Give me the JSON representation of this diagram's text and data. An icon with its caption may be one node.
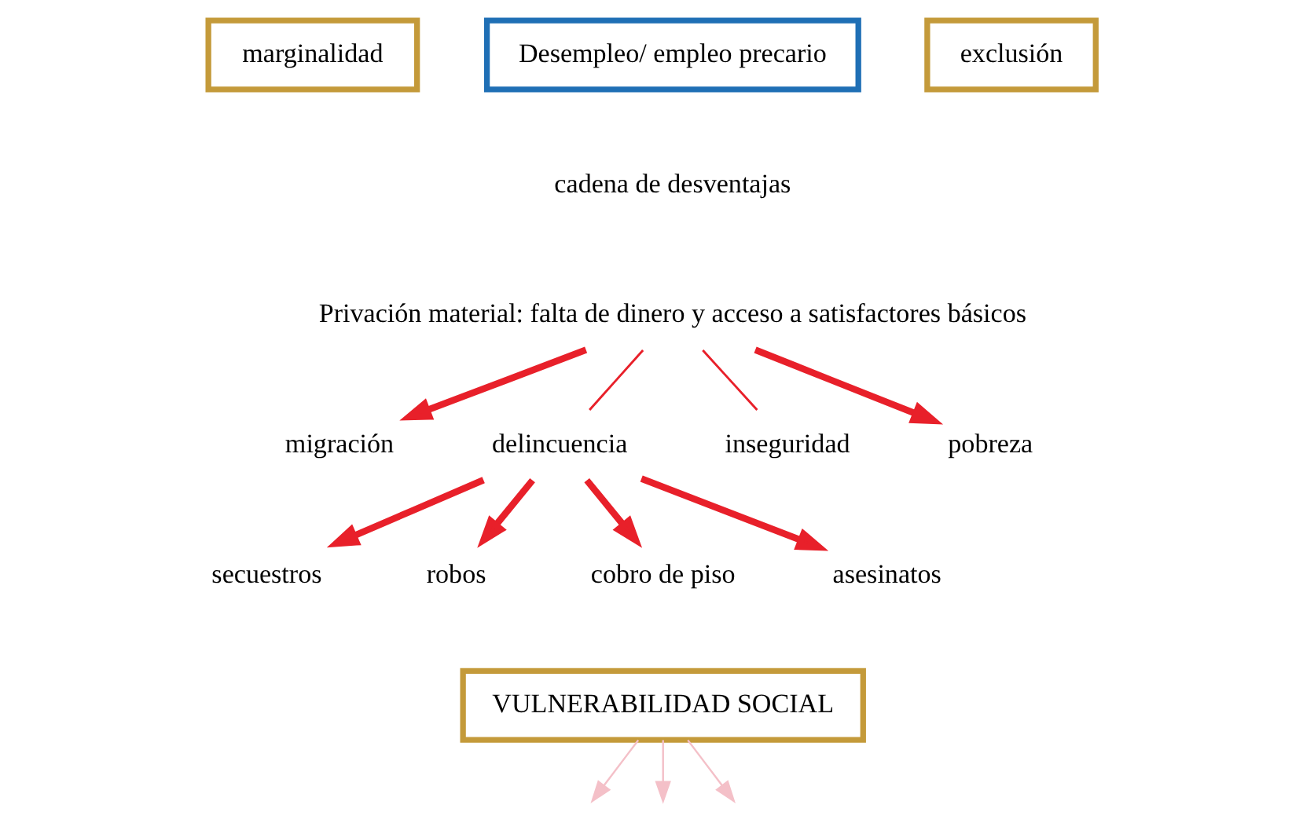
{
  "diagram": {
    "nodes": [
      {
        "text": [
          "marginalidad"
        ]
      },
      {
        "text": [
          "Desempleo/ empleo precario"
        ]
      },
      {
        "text": [
          "exclusión"
        ]
      },
      {
        "text": [
          "cadena de desventajas"
        ]
      },
      {
        "text": [
          "Privación material: falta de dinero y acceso a satisfactores básicos"
        ]
      },
      {
        "text": [
          "migración"
        ]
      },
      {
        "text": [
          "delincuencia"
        ]
      },
      {
        "text": [
          "inseguridad"
        ]
      },
      {
        "text": [
          "pobreza"
        ]
      },
      {
        "text": [
          "secuestros"
        ]
      },
      {
        "text": [
          "robos"
        ]
      },
      {
        "text": [
          "cobro de piso"
        ]
      },
      {
        "text": [
          "asesinatos"
        ]
      },
      {
        "text": [
          "VULNERABILIDAD SOCIAL"
        ]
      }
    ],
    "edges": [
      {
        "from": 4,
        "to": 5,
        "arrow": "to"
      },
      {
        "from": 4,
        "to": 8,
        "arrow": "to"
      },
      {
        "from": 4,
        "to": 6,
        "arrow": "none"
      },
      {
        "from": 4,
        "to": 7,
        "arrow": "none"
      },
      {
        "from": 6,
        "to": 9,
        "arrow": "to"
      },
      {
        "from": 6,
        "to": 10,
        "arrow": "to"
      },
      {
        "from": 6,
        "to": 11,
        "arrow": "to"
      },
      {
        "from": 6,
        "to": 12,
        "arrow": "to"
      },
      {
        "from": 13,
        "to": null,
        "arrow": "to",
        "color": "#f4c0c8"
      },
      {
        "from": 13,
        "to": null,
        "arrow": "to",
        "color": "#f4c0c8"
      },
      {
        "from": 13,
        "to": null,
        "arrow": "to",
        "color": "#f4c0c8"
      }
    ]
  }
}
